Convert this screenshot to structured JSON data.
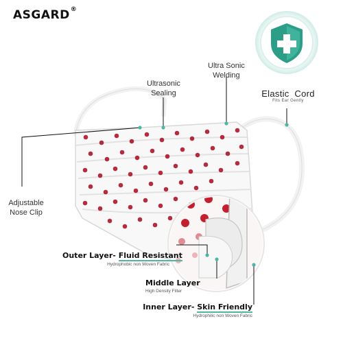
{
  "brand": {
    "name": "ASGARD",
    "mark": "®"
  },
  "shield_badge": {
    "icon": "shield-plus-icon",
    "colors": {
      "ring": "#c9ece4",
      "shield": "#2c9d86",
      "cross": "#ffffff"
    }
  },
  "labels": {
    "ultrasonic_sealing": [
      "Ultrasonic",
      "Sealing"
    ],
    "ultra_sonic_welding": [
      "Ultra Sonic",
      "Welding"
    ],
    "elastic_cord": {
      "title": "Elastic  Cord",
      "subtitle": "Fits Ear Gently"
    },
    "nose_clip": [
      "Adjustable",
      "Nose Clip"
    ]
  },
  "layers": [
    {
      "title_plain": "Outer Layer- ",
      "title_emph": "Fluid Resistant",
      "subtitle": "Hydrophobic non Woven Fabric"
    },
    {
      "title_plain": "",
      "title_emph": "Middle Layer",
      "subtitle": "High Density Filter"
    },
    {
      "title_plain": "Inner Layer- ",
      "title_emph": "Skin Friendly",
      "subtitle": "Hydrophilic non Woven Fabric"
    }
  ],
  "colors": {
    "accent": "#4bb7a4",
    "dots": "#b0152a",
    "mask": "#f7f7f7"
  }
}
